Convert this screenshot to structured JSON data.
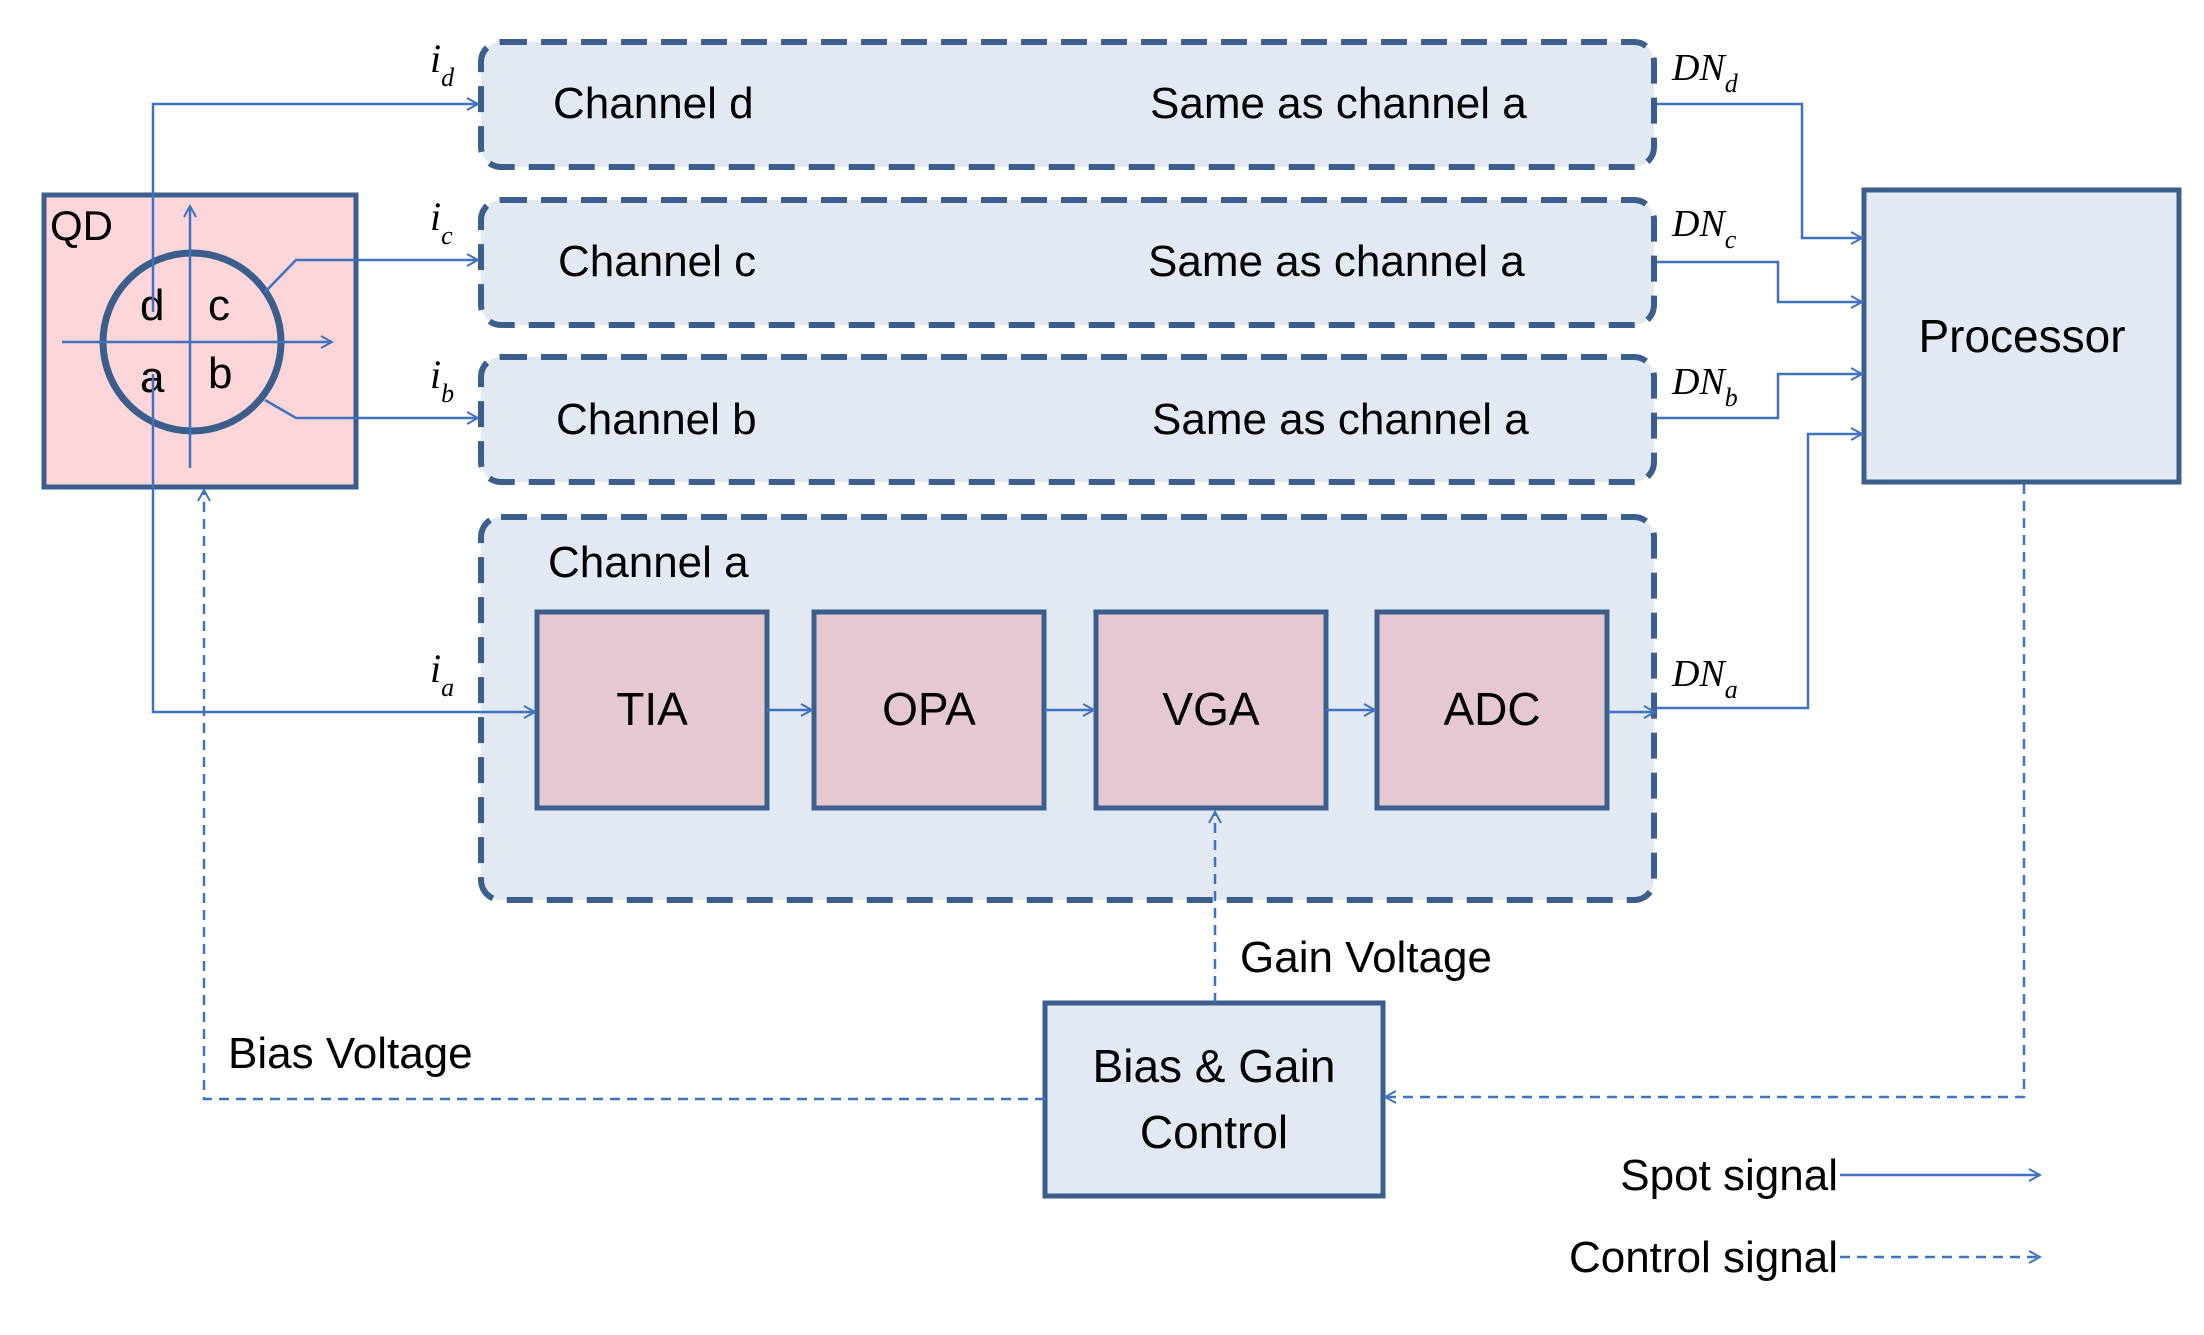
{
  "qd": {
    "label": "QD",
    "quadrants": {
      "d": "d",
      "c": "c",
      "a": "a",
      "b": "b"
    }
  },
  "channels": {
    "d": {
      "label": "Channel d",
      "note": "Same as channel a",
      "current": {
        "base": "i",
        "sub": "d"
      },
      "output": {
        "base": "DN",
        "sub": "d"
      }
    },
    "c": {
      "label": "Channel c",
      "note": "Same as channel a",
      "current": {
        "base": "i",
        "sub": "c"
      },
      "output": {
        "base": "DN",
        "sub": "c"
      }
    },
    "b": {
      "label": "Channel b",
      "note": "Same as channel a",
      "current": {
        "base": "i",
        "sub": "b"
      },
      "output": {
        "base": "DN",
        "sub": "b"
      }
    },
    "a": {
      "label": "Channel a",
      "current": {
        "base": "i",
        "sub": "a"
      },
      "output": {
        "base": "DN",
        "sub": "a"
      }
    }
  },
  "blocks": {
    "tia": "TIA",
    "opa": "OPA",
    "vga": "VGA",
    "adc": "ADC"
  },
  "processor": "Processor",
  "control": {
    "line1": "Bias & Gain",
    "line2": "Control"
  },
  "gain_voltage": "Gain Voltage",
  "bias_voltage": "Bias Voltage",
  "legend": {
    "spot": "Spot signal",
    "control": "Control signal"
  },
  "colors": {
    "stroke": "#3b5e8c",
    "arrow": "#3f72c0",
    "channel_fill": "#e3e9f3",
    "block_fill": "#e6c9d0",
    "qd_fill": "#fcd6d8",
    "processor_fill": "#e3e9f3"
  }
}
